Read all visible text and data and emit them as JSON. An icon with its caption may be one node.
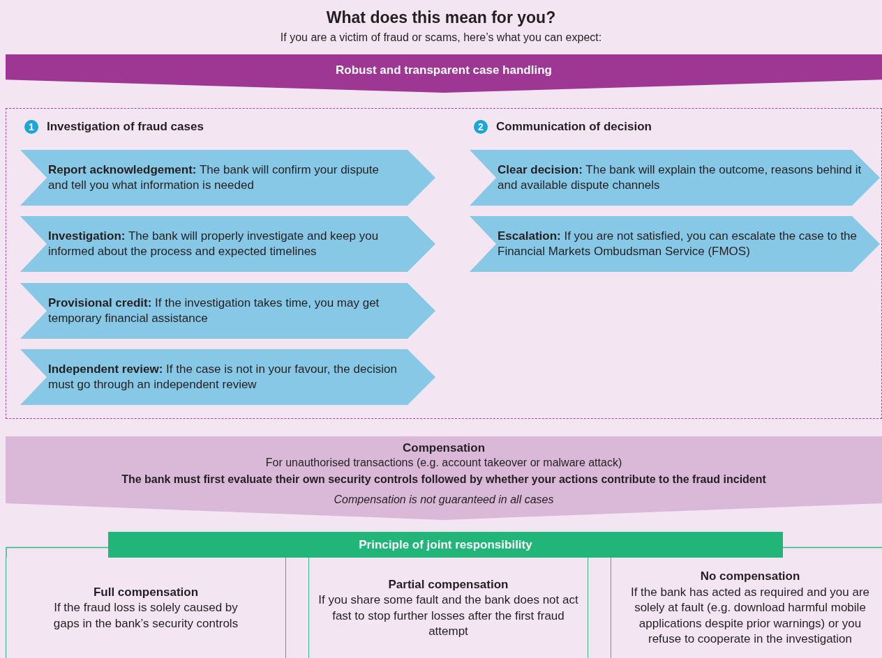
{
  "diagram": {
    "title": "What does this mean for you?",
    "nodes": [
      {
        "text": [
          "Robust and transparent case handling"
        ]
      },
      {
        "text": [],
        "shape": "box"
      },
      {
        "text": [
          "1"
        ],
        "beside": [
          "Investigation of fraud cases"
        ],
        "in": 1
      },
      {
        "text": [
          "**Report acknowledgement:** The bank will confirm your dispute and tell you what information is needed"
        ],
        "in": 1
      },
      {
        "text": [
          "**Investigation:** The bank will properly investigate and keep you informed about the process and expected timelines"
        ],
        "in": 1
      },
      {
        "text": [
          "**Provisional credit:** If the investigation takes time, you may get temporary financial assistance"
        ],
        "in": 1
      },
      {
        "text": [
          "**Independent review:** If the case is not in your favour, the decision must go through an independent review"
        ],
        "in": 1
      },
      {
        "text": [
          "2"
        ],
        "beside": [
          "Communication of decision"
        ],
        "in": 1
      },
      {
        "text": [
          "**Clear decision:** The bank will explain the outcome, reasons behind it and available dispute channels"
        ],
        "in": 1
      },
      {
        "text": [
          "**Escalation:** If you are not satisfied, you can escalate the case to the Financial Markets Ombudsman Service (FMOS)"
        ],
        "in": 1
      },
      {
        "text": [
          "Compensation",
          "For unauthorised transactions (e.g. account takeover or malware attack)",
          "The bank must first evaluate their own security controls followed by whether your actions contribute to the fraud incident",
          "Compensation is not guaranteed in all cases"
        ]
      },
      {
        "text": [
          "Principle of joint responsibility"
        ]
      },
      {
        "text": [
          "Full compensation",
          "If the fraud loss is solely caused by gaps in the bank’s security controls"
        ]
      },
      {
        "text": [
          "Partial compensation",
          "If you share some fault and the bank does not act fast to stop further losses after the first fraud attempt"
        ]
      },
      {
        "text": [
          "No compensation",
          "If the bank has acted as required and you are solely at fault (e.g. download harmful mobile applications despite prior warnings) or you refuse to cooperate in the investigation"
        ]
      }
    ],
    "labels": [
      "If you are a victim of fraud or scams, here’s what you can expect:"
    ]
  }
}
